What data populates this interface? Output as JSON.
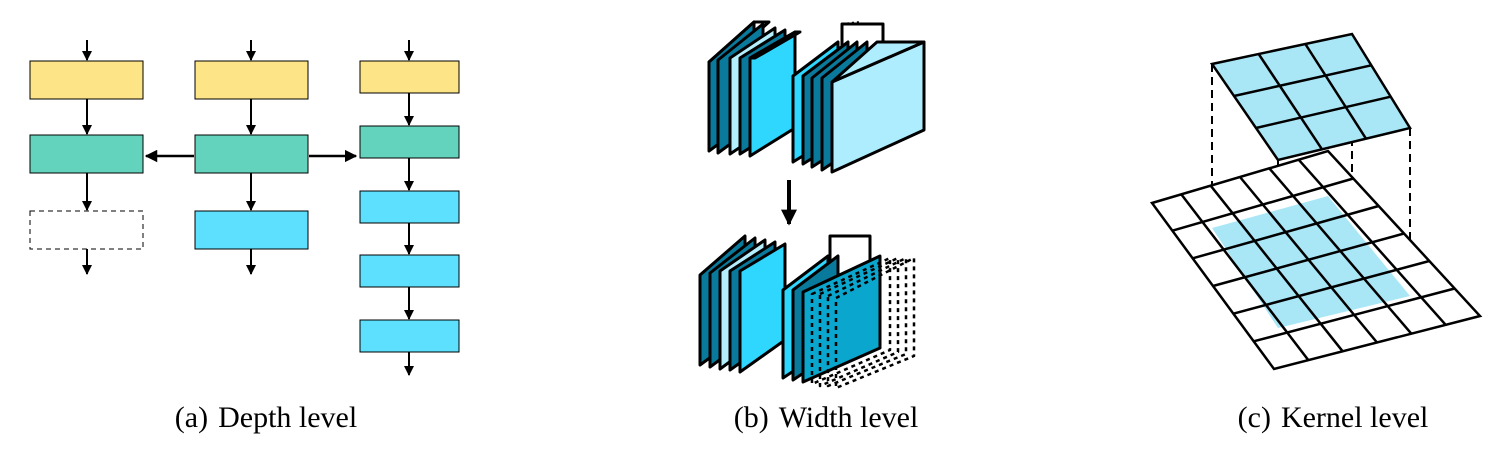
{
  "panels": [
    {
      "tag": "(a)",
      "title": "Depth level"
    },
    {
      "tag": "(b)",
      "title": "Width level"
    },
    {
      "tag": "(c)",
      "title": "Kernel level"
    }
  ],
  "colors": {
    "yellow": "#fde486",
    "green": "#64d3bd",
    "cyan": "#5ce0fd",
    "dark_teal": "#0a7a9c",
    "pale_cyan": "#b4eefd",
    "bright_cyan": "#2fd6fd",
    "light_cyan": "#aeedfd",
    "mid_blue": "#0aa6cd",
    "kernel_fill": "#a9e7f7"
  }
}
